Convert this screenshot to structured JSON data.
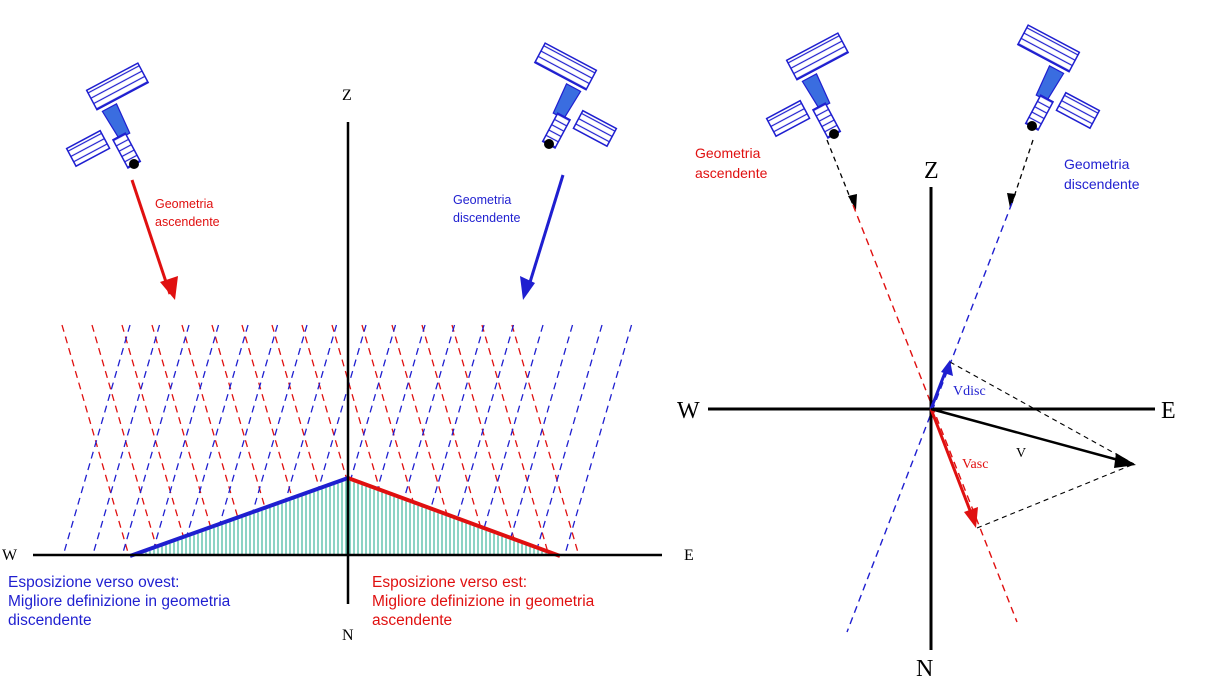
{
  "left_panel": {
    "axis": {
      "z": "Z",
      "n": "N",
      "w": "W",
      "e": "E"
    },
    "asc_label": [
      "Geometria",
      "ascendente"
    ],
    "desc_label": [
      "Geometria",
      "discendente"
    ],
    "caption_west": [
      "Esposizione verso ovest:",
      "Migliore definizione in geometria",
      "discendente"
    ],
    "caption_east": [
      "Esposizione verso est:",
      "Migliore definizione in geometria",
      "ascendente"
    ]
  },
  "right_panel": {
    "axis": {
      "z": "Z",
      "n": "N",
      "w": "W",
      "e": "E"
    },
    "asc_label": [
      "Geometria",
      "ascendente"
    ],
    "desc_label": [
      "Geometria",
      "discendente"
    ],
    "vectors": {
      "vdisc": "Vdisc",
      "vasc": "Vasc",
      "v": "V"
    }
  },
  "colors": {
    "ascending": "#e01010",
    "descending": "#1f1fd0",
    "hatch_fill": "#1aa88a",
    "axis": "#000000",
    "satellite_body": "#3a6de0"
  }
}
